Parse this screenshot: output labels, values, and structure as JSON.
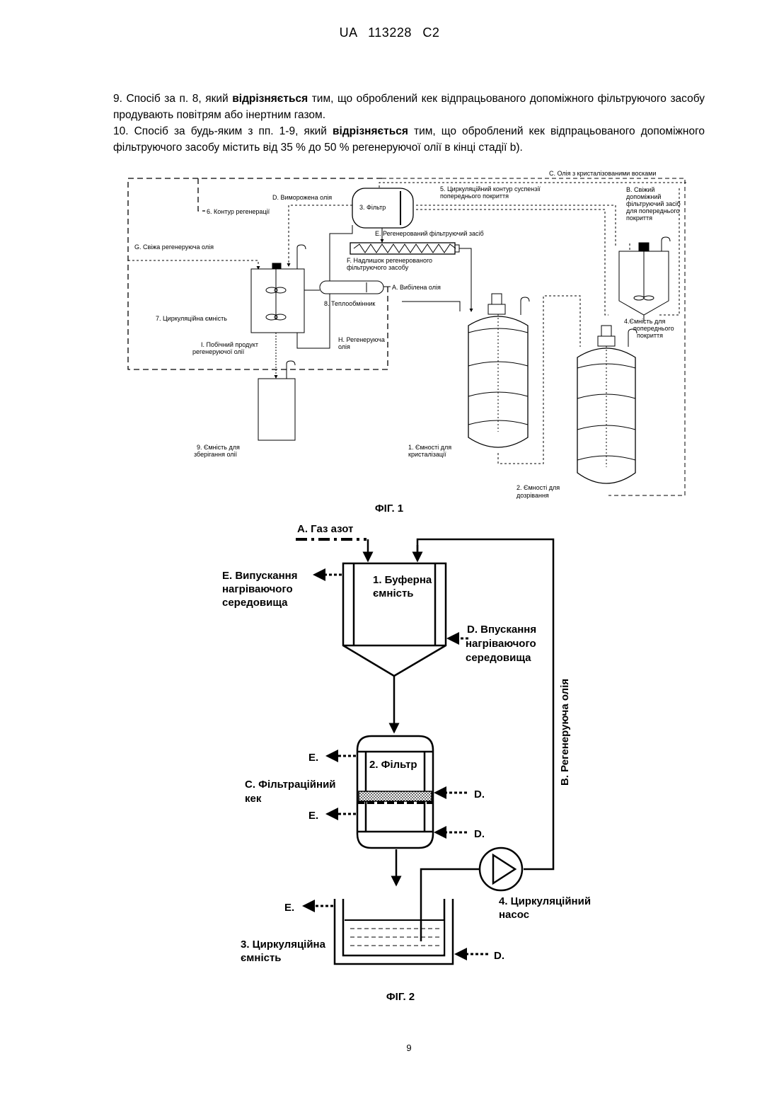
{
  "header": "UA   113228   C2",
  "claims": [
    {
      "pre": "9. Спосіб за п. 8, який ",
      "bold": "відрізняється",
      "post": " тим, що оброблений кек відпрацьованого допоміжного фільтруючого засобу продувають повітрям або інертним газом."
    },
    {
      "pre": "10. Спосіб за будь-яким з пп. 1-9, який ",
      "bold": "відрізняється",
      "post": " тим, що оброблений кек відпрацьованого допоміжного фільтруючого засобу містить від 35 % до 50 % регенеруючої олії в кінці стадії b)."
    }
  ],
  "fig1": {
    "caption": "ФІГ. 1",
    "labels": {
      "c": "C. Олія з кристалізованими восками",
      "circ5a": "5. Циркуляційний контур суспензії",
      "circ5b": "попереднього покриття",
      "d": "D. Виморожена олія",
      "filter3": "3. Фільтр",
      "loop6": "6. Контур регенерації",
      "e": "E. Регенерований фільтруючий засіб",
      "g": "G. Свіжа регенеруюча олія",
      "fa": "F. Надлишок регенерованого",
      "fb": "фільтруючого засобу",
      "a": "A. Вибілена олія",
      "hx8": "8. Теплообмінник",
      "tank7": "7. Циркуляційна ємність",
      "ha": "H. Регенеруюча",
      "hb": "олія",
      "ia": "I. Побічний продукт",
      "ib": "регенеруючої олії",
      "st9a": "9. Ємність для",
      "st9b": "зберігання олії",
      "cr1a": "1. Ємності для",
      "cr1b": "кристалізації",
      "mat2a": "2. Ємності для",
      "mat2b": "дозрівання",
      "b1": "B. Свіжий",
      "b2": "допоміжний",
      "b3": "фільтруючий засіб",
      "b4": "для попереднього",
      "b5": "покриття",
      "pc4a": "4.Ємність для",
      "pc4b": "попереднього",
      "pc4c": "покриття"
    }
  },
  "fig2": {
    "caption": "ФІГ. 2",
    "labels": {
      "gas": "A. Газ азот",
      "buf1": "1. Буферна",
      "buf2": "ємність",
      "e1a": "E. Випускання",
      "e1b": "нагріваючого",
      "e1c": "середовища",
      "d1a": "D. Впускання",
      "d1b": "нагріваючого",
      "d1c": "середовища",
      "filter": "2. Фільтр",
      "cakea": "C. Фільтраційний",
      "cakeb": "кек",
      "e": "E.",
      "d": "D.",
      "regen": "B. Регенеруюча олія",
      "pumpa": "4. Циркуляційний",
      "pumpb": "насос",
      "tanka": "3. Циркуляційна",
      "tankb": "ємність"
    }
  },
  "page_number": "9"
}
